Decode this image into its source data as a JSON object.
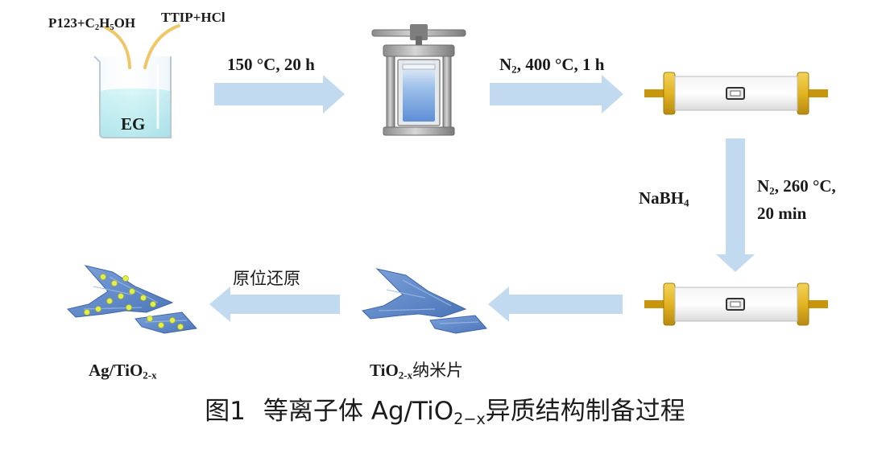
{
  "reagents": {
    "left_prefix": "P123+C",
    "left_sub1": "2",
    "left_mid": "H",
    "left_sub2": "5",
    "left_suffix": "OH",
    "right": "TTIP+HCl"
  },
  "beaker": {
    "label": "EG"
  },
  "steps": {
    "step1": "150 °C, 20 h",
    "step2_gas": "N",
    "step2_gas_sub": "2",
    "step2_rest": ", 400 °C, 1 h",
    "step3_reagent": "NaBH",
    "step3_reagent_sub": "4",
    "step3_gas": "N",
    "step3_gas_sub": "2",
    "step3_line1_rest": ", 260 °C,",
    "step3_line2": "20 min",
    "step5": "原位还原"
  },
  "products": {
    "nanosheet_main": "TiO",
    "nanosheet_sub": "2-x",
    "nanosheet_suffix": "纳米片",
    "final_main": "Ag/TiO",
    "final_sub": "2-x"
  },
  "caption": {
    "number": "图1",
    "text_before": "等离子体 Ag/TiO",
    "text_sub": "2−x",
    "text_after": "异质结构制备过程"
  },
  "colors": {
    "arrow": "#c2daf0",
    "liquid": "#8fdfe6",
    "sheet": "#5b86c8",
    "particle": "#e2f04a",
    "tube_cap": "#e3b422"
  }
}
